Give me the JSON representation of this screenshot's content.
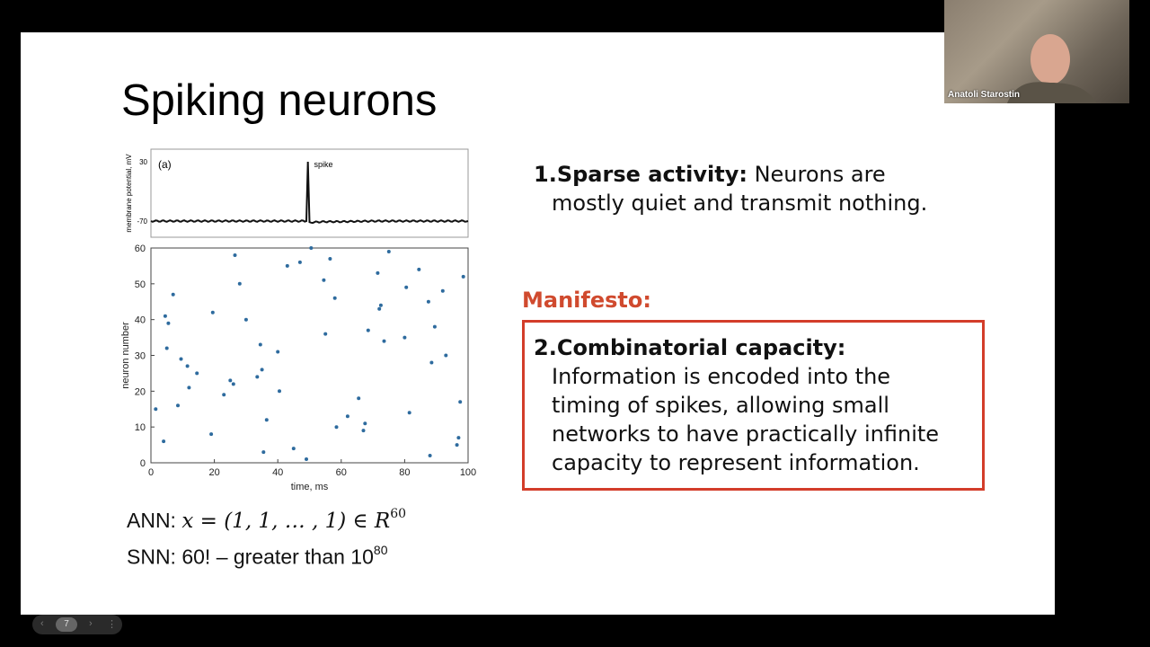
{
  "slide": {
    "title": "Spiking neurons",
    "formula_ann": {
      "label": "ANN:",
      "expr": "x = (1, 1, … , 1) ∈ R",
      "exp": "60"
    },
    "formula_snn": {
      "label": "SNN:",
      "expr": "60! – greater than 10",
      "exp": "80"
    },
    "point1": {
      "num": "1.",
      "head": "Sparse activity:",
      "text1": " Neurons are",
      "text2": "mostly quiet and transmit nothing."
    },
    "manifesto": "Manifesto:",
    "point2": {
      "num": "2.",
      "head": "Combinatorial capacity:",
      "lines": [
        "Information is encoded into the",
        "timing of spikes, allowing small",
        "networks to have practically infinite",
        "capacity to represent information."
      ]
    }
  },
  "webcam": {
    "name": "Anatoli Starostin"
  },
  "nav": {
    "page": "7"
  },
  "colors": {
    "accent": "#d04a2e",
    "dots": "#2e6b9e"
  },
  "chart_data": [
    {
      "type": "line",
      "panel_label": "(a)",
      "annotation": "spike",
      "ylabel": "membrane potential, mV",
      "yticks": [
        "30",
        "-70"
      ],
      "x": [
        0,
        10,
        20,
        30,
        40,
        49,
        49.5,
        50,
        51,
        55,
        60,
        70,
        80,
        90,
        100
      ],
      "y": [
        -70,
        -70,
        -70,
        -70,
        -70,
        -70,
        30,
        -73,
        -72,
        -71,
        -71,
        -70,
        -70,
        -70,
        -70
      ]
    },
    {
      "type": "scatter",
      "xlabel": "time, ms",
      "ylabel": "neuron number",
      "xlim": [
        0,
        100
      ],
      "ylim": [
        0,
        60
      ],
      "xticks": [
        "0",
        "20",
        "40",
        "60",
        "80",
        "100"
      ],
      "yticks": [
        "0",
        "10",
        "20",
        "30",
        "40",
        "50",
        "60"
      ],
      "points": [
        [
          1.5,
          15
        ],
        [
          4,
          6
        ],
        [
          4.5,
          41
        ],
        [
          5,
          32
        ],
        [
          5.5,
          39
        ],
        [
          7,
          47
        ],
        [
          8.5,
          16
        ],
        [
          9.5,
          29
        ],
        [
          11.5,
          27
        ],
        [
          12,
          21
        ],
        [
          14.5,
          25
        ],
        [
          19,
          8
        ],
        [
          19.5,
          42
        ],
        [
          23,
          19
        ],
        [
          25,
          23
        ],
        [
          26,
          22
        ],
        [
          26.5,
          58
        ],
        [
          28,
          50
        ],
        [
          30,
          40
        ],
        [
          33.5,
          24
        ],
        [
          34.5,
          33
        ],
        [
          35,
          26
        ],
        [
          35.5,
          3
        ],
        [
          36.5,
          12
        ],
        [
          40,
          31
        ],
        [
          40.5,
          20
        ],
        [
          43,
          55
        ],
        [
          45,
          4
        ],
        [
          47,
          56
        ],
        [
          49,
          1
        ],
        [
          50.5,
          60
        ],
        [
          54.5,
          51
        ],
        [
          55,
          36
        ],
        [
          56.5,
          57
        ],
        [
          58,
          46
        ],
        [
          58.5,
          10
        ],
        [
          62,
          13
        ],
        [
          65.5,
          18
        ],
        [
          67,
          9
        ],
        [
          67.5,
          11
        ],
        [
          68.5,
          37
        ],
        [
          71.5,
          53
        ],
        [
          72,
          43
        ],
        [
          72.5,
          44
        ],
        [
          73.5,
          34
        ],
        [
          75,
          59
        ],
        [
          80,
          35
        ],
        [
          80.5,
          49
        ],
        [
          81.5,
          14
        ],
        [
          84.5,
          54
        ],
        [
          87.5,
          45
        ],
        [
          88,
          2
        ],
        [
          88.5,
          28
        ],
        [
          89.5,
          38
        ],
        [
          92,
          48
        ],
        [
          93,
          30
        ],
        [
          96.5,
          5
        ],
        [
          97,
          7
        ],
        [
          97.5,
          17
        ],
        [
          98.5,
          52
        ]
      ]
    }
  ]
}
